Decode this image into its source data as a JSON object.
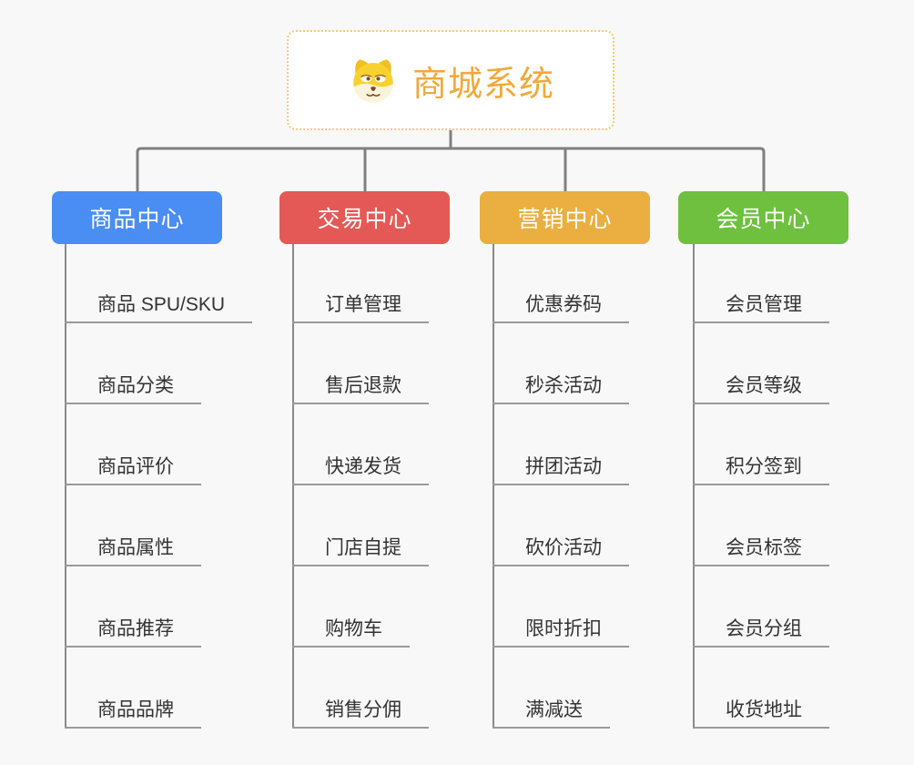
{
  "root": {
    "title": "商城系统",
    "icon": "doge-face-icon",
    "text_color": "#EFA93C",
    "border_color": "#F3C87E",
    "background": "#ffffff"
  },
  "canvas": {
    "background": "#f8f8f8"
  },
  "connector_color": "#7f7f7f",
  "trunk_color": "#8a8a8a",
  "underline_color": "#9a9a9a",
  "item_text_color": "#333333",
  "branches": [
    {
      "label": "商品中心",
      "color": "#4A8DF3",
      "items": [
        "商品 SPU/SKU",
        "商品分类",
        "商品评价",
        "商品属性",
        "商品推荐",
        "商品品牌"
      ]
    },
    {
      "label": "交易中心",
      "color": "#E45955",
      "items": [
        "订单管理",
        "售后退款",
        "快递发货",
        "门店自提",
        "购物车",
        "销售分佣"
      ]
    },
    {
      "label": "营销中心",
      "color": "#EBAE40",
      "items": [
        "优惠券码",
        "秒杀活动",
        "拼团活动",
        "砍价活动",
        "限时折扣",
        "满减送"
      ]
    },
    {
      "label": "会员中心",
      "color": "#6EC03E",
      "items": [
        "会员管理",
        "会员等级",
        "积分签到",
        "会员标签",
        "会员分组",
        "收货地址"
      ]
    }
  ]
}
